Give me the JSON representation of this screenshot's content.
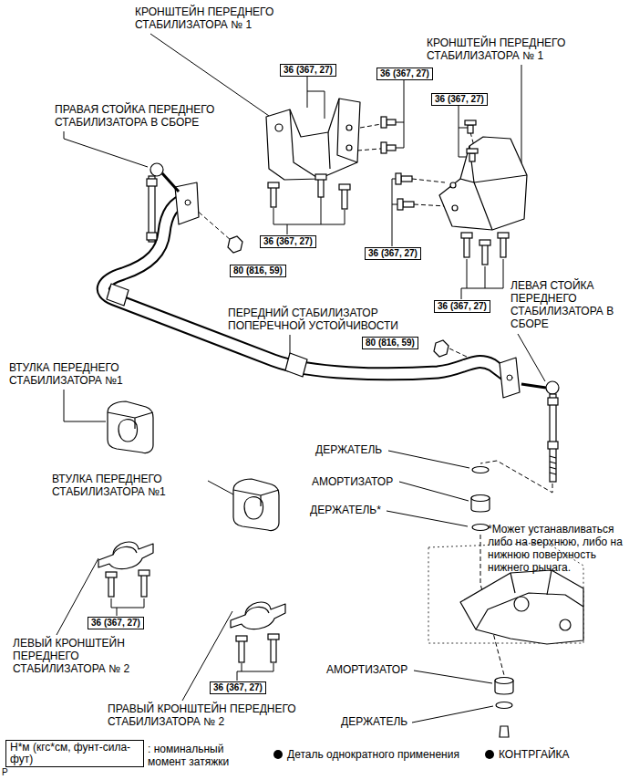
{
  "diagram": {
    "nodes": [
      {
        "text": [
          "36 (367, 27)"
        ]
      },
      {
        "text": [
          "36 (367, 27)"
        ]
      },
      {
        "text": [
          "36 (367, 27)"
        ]
      },
      {
        "text": [
          "36 (367, 27)"
        ]
      },
      {
        "text": [
          "36 (367, 27)"
        ]
      },
      {
        "text": [
          "80 (816, 59)"
        ]
      },
      {
        "text": [
          "36 (367, 27)"
        ]
      },
      {
        "text": [
          "80 (816, 59)"
        ]
      },
      {
        "text": [
          "36 (367, 27)"
        ]
      },
      {
        "text": [
          "36 (367, 27)"
        ]
      },
      {
        "text": [
          "Н*м (кгс*см, фунт-сила-фут)"
        ]
      }
    ],
    "labels": [
      "КРОНШТЕЙН ПЕРЕДНЕГО СТАБИЛИЗАТОРА № 1",
      "КРОНШТЕЙН ПЕРЕДНЕГО СТАБИЛИЗАТОРА № 1",
      "ПРАВАЯ СТОЙКА ПЕРЕДНЕГО СТАБИЛИЗАТОРА В СБОРЕ",
      "ПЕРЕДНИЙ СТАБИЛИЗАТОР ПОПЕРЕЧНОЙ УСТОЙЧИВОСТИ",
      "ЛЕВАЯ СТОЙКА ПЕРЕДНЕГО СТАБИЛИЗАТОРА В СБОРЕ",
      "ВТУЛКА ПЕРЕДНЕГО СТАБИЛИЗАТОРА №1",
      "ДЕРЖАТЕЛЬ",
      "АМОРТИЗАТОР",
      "ДЕРЖАТЕЛЬ*",
      "*Может устанавливаться либо на верхнюю, либо на нижнюю поверхность нижнего рычага.",
      "ВТУЛКА ПЕРЕДНЕГО СТАБИЛИЗАТОРА №1",
      "ЛЕВЫЙ КРОНШТЕЙН ПЕРЕДНЕГО СТАБИЛИЗАТОРА № 2",
      "ПРАВЫЙ КРОНШТЕЙН ПЕРЕДНЕГО СТАБИЛИЗАТОРА № 2",
      "АМОРТИЗАТОР",
      "ДЕРЖАТЕЛЬ",
      "P"
    ],
    "legend": [
      {
        "text": ": номинальный момент затяжки"
      },
      {
        "text": "Деталь однократного применения"
      },
      {
        "text": "КОНТРГАЙКА"
      }
    ]
  }
}
